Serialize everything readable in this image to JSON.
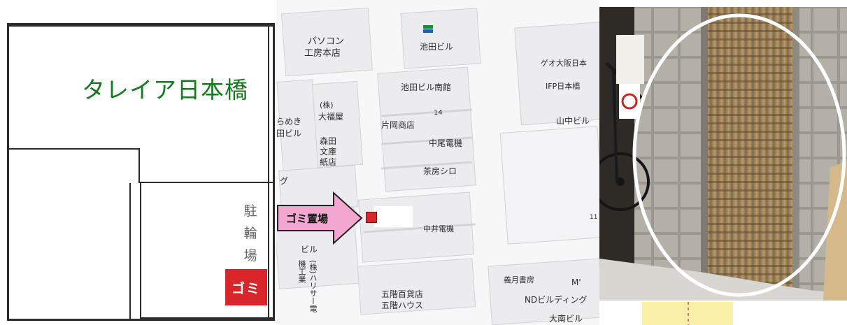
{
  "floor_plan": {
    "title": "タレイア日本橋",
    "parking_label": "駐\n輪\n場",
    "parking_chars": [
      "駐",
      "輪",
      "場"
    ],
    "trash_label": "ゴミ"
  },
  "street_map": {
    "arrow_label": "ゴミ置場",
    "labels": {
      "pasocon": "パソコン",
      "pasocon2": "工房本店",
      "ikeda": "池田ビル",
      "ikeda_minami": "池田ビル南館",
      "kabu": "(株)",
      "daifuku": "大福屋",
      "rameki": "らめき",
      "tabiru": "田ビル",
      "morita1": "森田",
      "morita2": "文庫",
      "morita3": "紙店",
      "katagiri": "片岡商店",
      "num14": "14",
      "nakao": "中尾電機",
      "sabo": "茶房シロ",
      "gu": "グ",
      "nakai": "中井電機",
      "biru": "ビル",
      "vertical": "(株)ハリサー電機工業",
      "godai1": "五階百貨店",
      "godai2": "五階ハウス",
      "geo": "ゲオ大阪日本",
      "ifp": "IFP日本橋",
      "yamanaka": "山中ビル",
      "num11": "11",
      "yoshitsuki": "義月書房",
      "m": "M'",
      "nd": "NDビルディング",
      "ooichi": "大南ビル"
    }
  }
}
